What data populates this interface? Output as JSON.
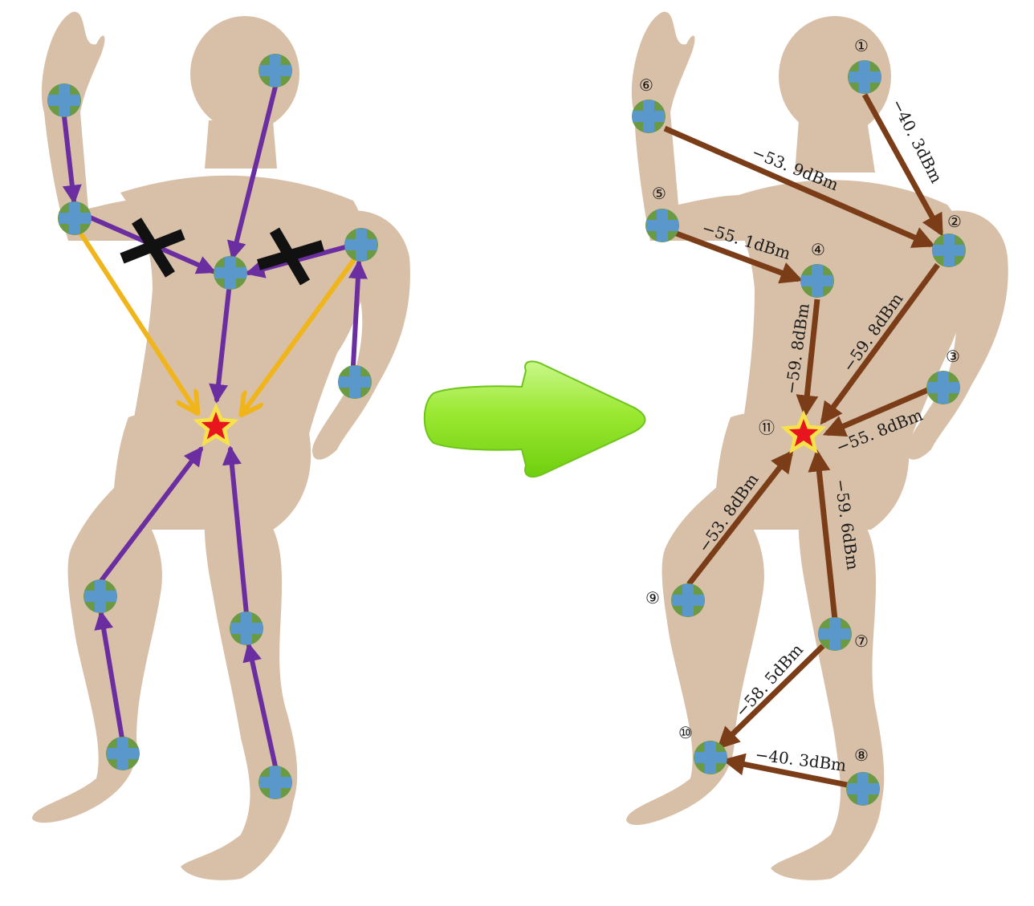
{
  "colors": {
    "body_fill": "#d8c0a8",
    "node_fill": "#5a98cc",
    "node_ring": "#6b9a44",
    "left_link": "#6a2ea0",
    "yellow_link": "#f0b51a",
    "right_link": "#7a3d18",
    "hub_star_outer": "#f7e24a",
    "hub_star_inner": "#e8141e",
    "arrow_green": "#8ee01e",
    "cross": "#111111"
  },
  "right_nodes": [
    {
      "id": "1",
      "label": "①"
    },
    {
      "id": "2",
      "label": "②"
    },
    {
      "id": "3",
      "label": "③"
    },
    {
      "id": "4",
      "label": "④"
    },
    {
      "id": "5",
      "label": "⑤"
    },
    {
      "id": "6",
      "label": "⑥"
    },
    {
      "id": "7",
      "label": "⑦"
    },
    {
      "id": "8",
      "label": "⑧"
    },
    {
      "id": "9",
      "label": "⑨"
    },
    {
      "id": "10",
      "label": "⑩"
    },
    {
      "id": "11",
      "label": "⑪"
    }
  ],
  "right_links": [
    {
      "from": "1",
      "to": "2",
      "label": "−40. 3dBm"
    },
    {
      "from": "6",
      "to": "2",
      "label": "−53. 9dBm"
    },
    {
      "from": "5",
      "to": "4",
      "label": "−55. 1dBm"
    },
    {
      "from": "4",
      "to": "11",
      "label": "−59. 8dBm"
    },
    {
      "from": "2",
      "to": "11",
      "label": "−59. 8dBm"
    },
    {
      "from": "3",
      "to": "11",
      "label": "−55. 8dBm"
    },
    {
      "from": "9",
      "to": "11",
      "label": "−53. 8dBm"
    },
    {
      "from": "7",
      "to": "11",
      "label": "−59. 6dBm"
    },
    {
      "from": "7",
      "to": "10",
      "label": "−58. 5dBm"
    },
    {
      "from": "8",
      "to": "10",
      "label": "−40. 3dBm"
    }
  ]
}
